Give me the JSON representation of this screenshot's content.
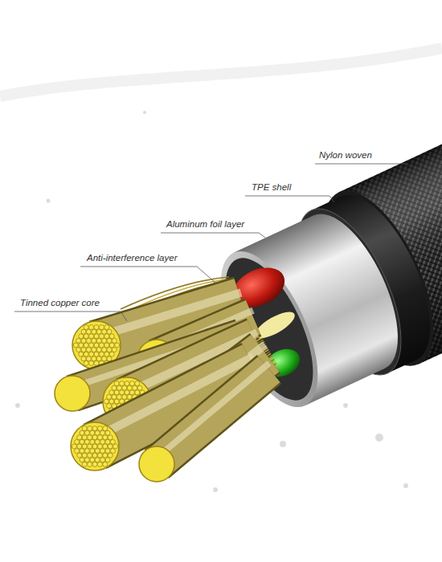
{
  "diagram": {
    "labels": [
      "Nylon woven",
      "TPE shell",
      "Aluminum foil layer",
      "Anti-interference layer",
      "Tinned copper core"
    ]
  }
}
